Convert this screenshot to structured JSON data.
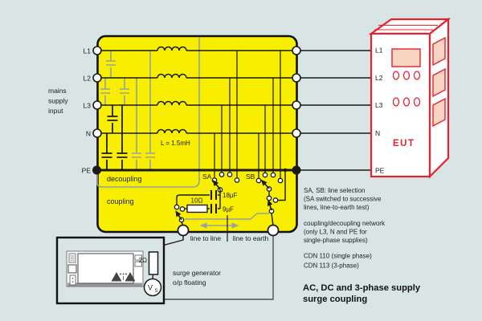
{
  "colors": {
    "background": "#d9e5e4",
    "cdn_yellow": "#f8ee00",
    "wire_black": "#1a1a1a",
    "decoupling_gray": "#97a1a5",
    "eut_red": "#e32330",
    "eut_pink": "#f8d4c3"
  },
  "mains_label": [
    "mains",
    "supply",
    "input"
  ],
  "cdn": {
    "line_labels": [
      "L1",
      "L2",
      "L3",
      "N",
      "PE"
    ],
    "decoupling_label": "decoupling",
    "coupling_label": "coupling",
    "inductor_label": "L = 1.5mH",
    "sa_label": "SA",
    "sb_label": "SB",
    "resistor_label": "10Ω",
    "cap18_label": "18µF",
    "cap9_label": "9µF",
    "line_to_line_label": "line to line",
    "line_to_earth_label": "line to earth"
  },
  "generator": {
    "resistor_label": "2Ω",
    "source_label": "V",
    "source_sub": "S",
    "caption": [
      "surge generator",
      "o/p floating"
    ]
  },
  "eut": {
    "name": "EUT",
    "line_labels": [
      "L1",
      "L2",
      "L3",
      "N",
      "PE"
    ]
  },
  "notes": {
    "selection": [
      "SA, SB: line selection",
      "(SA switched to successive",
      "lines, line-to-earth test)"
    ],
    "network": [
      "coupling/decoupling network",
      "(only L3, N and PE for",
      "single-phase supplies)"
    ],
    "models": [
      "CDN 110 (single phase)",
      "CDN 113 (3-phase)"
    ],
    "title": [
      "AC, DC and 3-phase supply",
      "surge coupling"
    ]
  }
}
